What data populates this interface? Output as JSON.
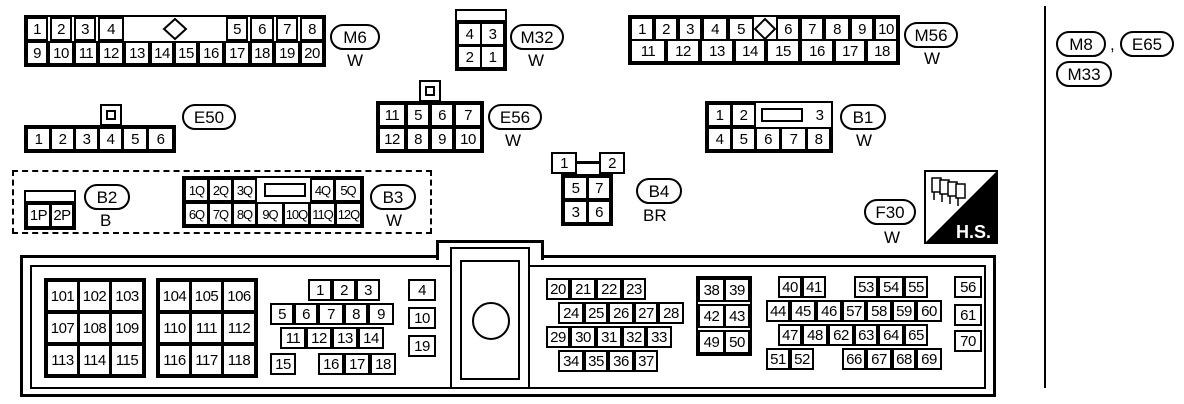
{
  "connectors": {
    "m6": {
      "code": "M6",
      "color": "W",
      "top": [
        "1",
        "2",
        "3",
        "4",
        "5",
        "6",
        "7",
        "8"
      ],
      "bottom": [
        "9",
        "10",
        "11",
        "12",
        "13",
        "14",
        "15",
        "16",
        "17",
        "18",
        "19",
        "20"
      ]
    },
    "m32": {
      "code": "M32",
      "color": "W",
      "pins": [
        "4",
        "3",
        "2",
        "1"
      ]
    },
    "m56": {
      "code": "M56",
      "color": "W",
      "top": [
        "1",
        "2",
        "3",
        "4",
        "5",
        "6",
        "7",
        "8",
        "9",
        "10"
      ],
      "bottom": [
        "11",
        "12",
        "13",
        "14",
        "15",
        "16",
        "17",
        "18"
      ]
    },
    "side": {
      "m8": "M8",
      "sep": ",",
      "e65": "E65",
      "m33": "M33"
    },
    "e50": {
      "code": "E50",
      "pins": [
        "1",
        "2",
        "3",
        "4",
        "5",
        "6"
      ]
    },
    "e56": {
      "code": "E56",
      "color": "W",
      "top": [
        "11",
        "5",
        "6",
        "7"
      ],
      "bottom": [
        "12",
        "8",
        "9",
        "10"
      ]
    },
    "b1": {
      "code": "B1",
      "color": "W",
      "top": [
        "1",
        "2",
        "3"
      ],
      "bottom": [
        "4",
        "5",
        "6",
        "7",
        "8"
      ]
    },
    "b2": {
      "code": "B2",
      "color": "B",
      "pins": [
        "1P",
        "2P"
      ]
    },
    "b3": {
      "code": "B3",
      "color": "W",
      "top": [
        "1Q",
        "2Q",
        "3Q",
        "4Q",
        "5Q"
      ],
      "bottom": [
        "6Q",
        "7Q",
        "8Q",
        "9Q",
        "10Q",
        "11Q",
        "12Q"
      ]
    },
    "b4": {
      "code": "B4",
      "color": "BR",
      "pins": [
        "1",
        "2",
        "5",
        "7",
        "3",
        "6"
      ]
    },
    "f30": {
      "code": "F30",
      "color": "W"
    },
    "hs": {
      "label": "H.S."
    },
    "ecm": {
      "g1": [
        "101",
        "102",
        "103",
        "107",
        "108",
        "109",
        "113",
        "114",
        "115"
      ],
      "g2": [
        "104",
        "105",
        "106",
        "110",
        "111",
        "112",
        "116",
        "117",
        "118"
      ],
      "g3": [
        "1",
        "2",
        "3",
        "5",
        "6",
        "7",
        "8",
        "9",
        "11",
        "12",
        "13",
        "14",
        "15",
        "16",
        "17",
        "18"
      ],
      "g4": [
        "4",
        "10",
        "19"
      ],
      "g5": [
        "20",
        "21",
        "22",
        "23",
        "24",
        "25",
        "26",
        "27",
        "28",
        "29",
        "30",
        "31",
        "32",
        "33",
        "34",
        "35",
        "36",
        "37"
      ],
      "g6": [
        "38",
        "39",
        "42",
        "43",
        "49",
        "50"
      ],
      "g7": [
        "40",
        "41",
        "53",
        "54",
        "55",
        "44",
        "45",
        "46",
        "57",
        "58",
        "59",
        "60",
        "47",
        "48",
        "62",
        "63",
        "64",
        "65",
        "51",
        "52",
        "66",
        "67",
        "68",
        "69"
      ],
      "g8": [
        "56",
        "61",
        "70"
      ]
    }
  }
}
